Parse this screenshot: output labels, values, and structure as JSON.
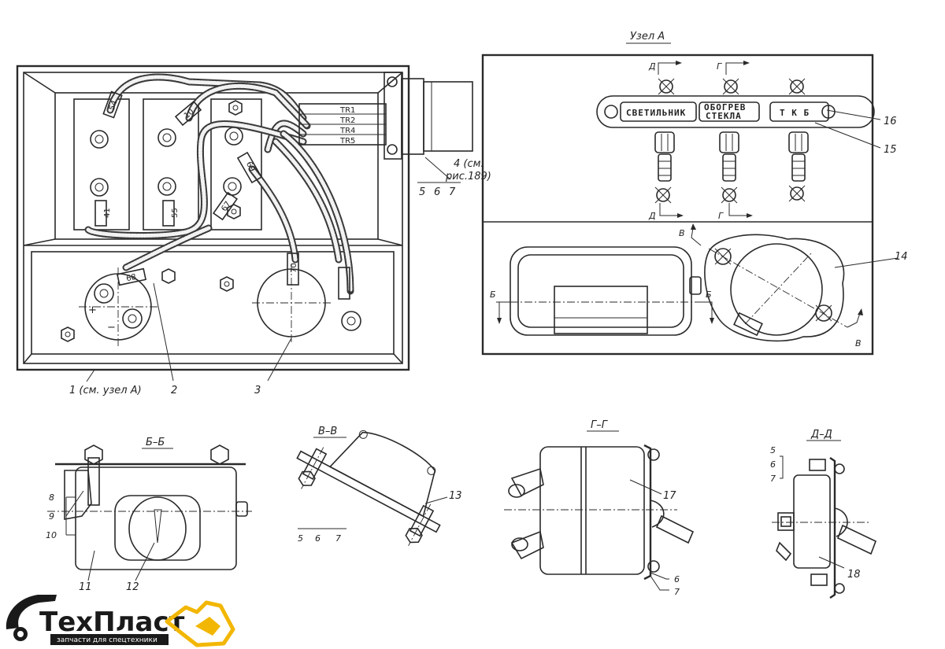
{
  "header": {
    "unit_a_title": "Узел А"
  },
  "callouts": {
    "c1": "1 (см. узел А)",
    "c2": "2",
    "c3": "3",
    "c4a": "4 (см.",
    "c4b": "рис.189)",
    "c5": "5",
    "c6": "6",
    "c7": "7",
    "c8": "8",
    "c9": "9",
    "c10": "10",
    "c11": "11",
    "c12": "12",
    "c13": "13",
    "c14": "14",
    "c15": "15",
    "c16": "16",
    "c17": "17",
    "c18": "18"
  },
  "wire_tags": {
    "t54": "54",
    "t10": "10",
    "t41": "41",
    "t55": "55",
    "t67": "67",
    "t69": "69",
    "t68": "68",
    "t70": "70",
    "tr1": "TR1",
    "tr2": "TR2",
    "tr4": "TR4",
    "tr5": "TR5"
  },
  "polarity": {
    "plus": "+",
    "minus": "−"
  },
  "switch_plates": {
    "lamp": "СВЕТИЛЬНИК",
    "heat_1": "ОБОГРЕВ",
    "heat_2": "СТЕКЛА",
    "tkb": "Т К Б"
  },
  "section_marks": {
    "d": "Д",
    "g": "Г",
    "b": "Б",
    "v": "В"
  },
  "section_titles": {
    "bb": "Б–Б",
    "vv": "В–В",
    "gg": "Г–Г",
    "dd": "Д–Д"
  },
  "logo": {
    "brand": "ТехПласт",
    "slogan": "запчасти для спецтехники",
    "accent_color": "#f2b705",
    "text_color": "#1a1a1a"
  }
}
